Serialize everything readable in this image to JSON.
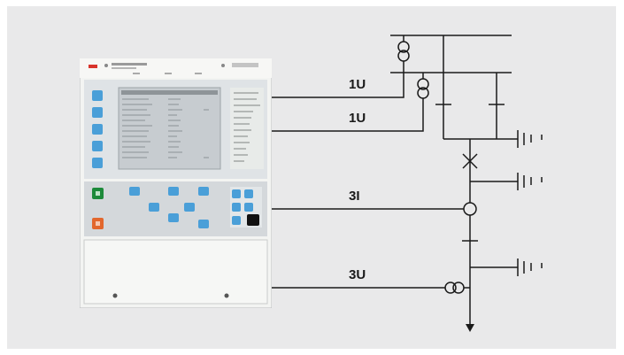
{
  "diagram": {
    "labels": {
      "signal_1": "1U",
      "signal_2": "1U",
      "signal_3": "3I",
      "signal_4": "3U"
    },
    "colors": {
      "background": "#e9e9ea",
      "line": "#1a1a1a",
      "device_face": "#f1f2ef",
      "device_panel": "#d8dcdf",
      "button_blue": "#4a9fd8",
      "button_green": "#1d8a3a",
      "button_orange": "#e2672d",
      "lcd": "#c9cdd0"
    }
  }
}
